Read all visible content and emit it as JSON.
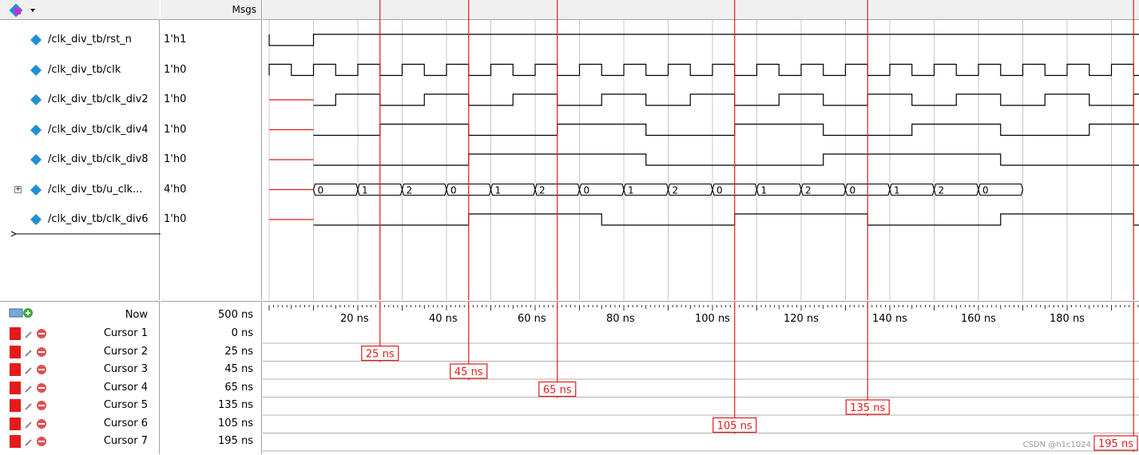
{
  "header": {
    "msgs_label": "Msgs"
  },
  "signals": [
    {
      "name": "/clk_div_tb/rst_n",
      "value": "1'h1",
      "expandable": false
    },
    {
      "name": "/clk_div_tb/clk",
      "value": "1'h0",
      "expandable": false
    },
    {
      "name": "/clk_div_tb/clk_div2",
      "value": "1'h0",
      "expandable": false
    },
    {
      "name": "/clk_div_tb/clk_div4",
      "value": "1'h0",
      "expandable": false
    },
    {
      "name": "/clk_div_tb/clk_div8",
      "value": "1'h0",
      "expandable": false
    },
    {
      "name": "/clk_div_tb/u_clk...",
      "value": "4'h0",
      "expandable": true
    },
    {
      "name": "/clk_div_tb/clk_div6",
      "value": "1'h0",
      "expandable": false
    }
  ],
  "bus_values": [
    "0",
    "1",
    "2",
    "0",
    "1",
    "2",
    "0",
    "1",
    "2",
    "0",
    "1",
    "2",
    "0",
    "1",
    "2",
    "0"
  ],
  "timeline": {
    "now_label": "Now",
    "now_value": "500 ns",
    "tick_labels": [
      "20 ns",
      "40 ns",
      "60 ns",
      "80 ns",
      "100 ns",
      "120 ns",
      "140 ns",
      "160 ns",
      "180 ns"
    ]
  },
  "cursors": [
    {
      "name": "Cursor 1",
      "value": "0 ns",
      "marker": ""
    },
    {
      "name": "Cursor 2",
      "value": "25 ns",
      "marker": "25 ns"
    },
    {
      "name": "Cursor 3",
      "value": "45 ns",
      "marker": "45 ns"
    },
    {
      "name": "Cursor 4",
      "value": "65 ns",
      "marker": "65 ns"
    },
    {
      "name": "Cursor 5",
      "value": "135 ns",
      "marker": "135 ns"
    },
    {
      "name": "Cursor 6",
      "value": "105 ns",
      "marker": "105 ns"
    },
    {
      "name": "Cursor 7",
      "value": "195 ns",
      "marker": "195 ns"
    }
  ],
  "watermark": "CSDN @h1c1024",
  "colors": {
    "wave": "#000000",
    "cursor": "#e31b1b",
    "transition": "#00c8ff",
    "grid": "#c8c8c8",
    "reset_red": "#e31b1b",
    "icon_blue": "#1f8fd6"
  }
}
